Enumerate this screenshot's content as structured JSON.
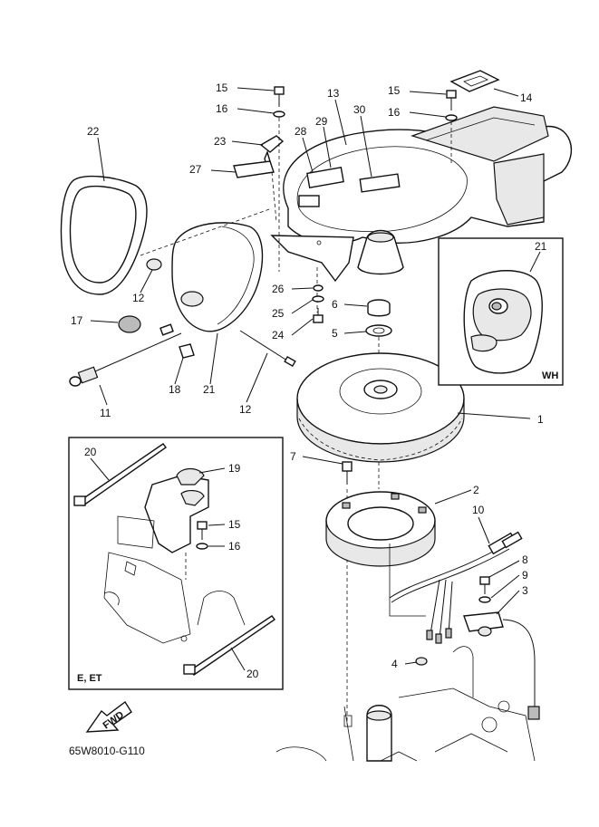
{
  "diagram_code": "65W8010-G110",
  "fwd_label": "FWD",
  "inset_wh_label": "WH",
  "inset_e_et_label": "E, ET",
  "callouts": {
    "c1": "1",
    "c2": "2",
    "c3": "3",
    "c4": "4",
    "c5": "5",
    "c6": "6",
    "c7": "7",
    "c8": "8",
    "c9": "9",
    "c10": "10",
    "c11": "11",
    "c12a": "12",
    "c12b": "12",
    "c13": "13",
    "c14": "14",
    "c15a": "15",
    "c15b": "15",
    "c15c": "15",
    "c16a": "16",
    "c16b": "16",
    "c16c": "16",
    "c17": "17",
    "c18": "18",
    "c19": "19",
    "c20a": "20",
    "c20b": "20",
    "c21a": "21",
    "c21b": "21",
    "c22": "22",
    "c23": "23",
    "c24": "24",
    "c25": "25",
    "c26": "26",
    "c27": "27",
    "c28": "28",
    "c29": "29",
    "c30": "30"
  }
}
